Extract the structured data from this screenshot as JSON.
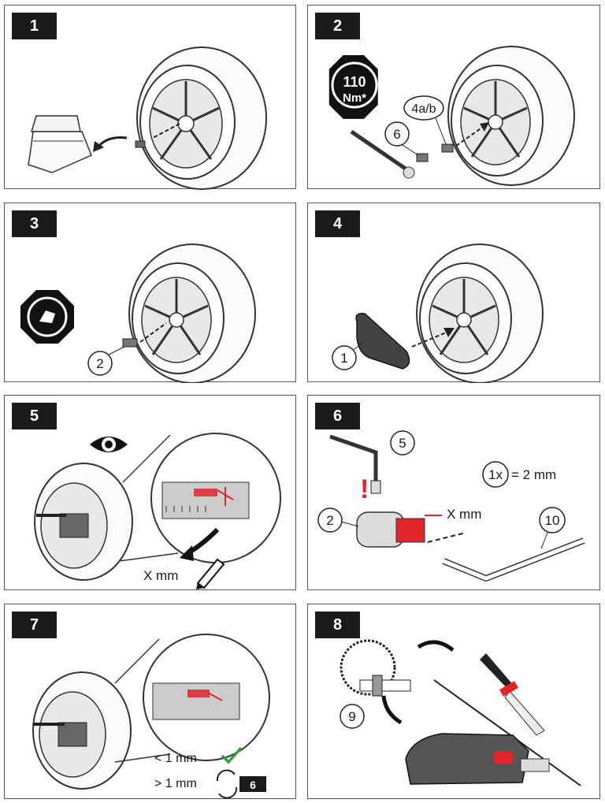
{
  "steps": [
    {
      "number": "1"
    },
    {
      "number": "2",
      "torque_value": "110",
      "torque_unit": "Nm*",
      "callout_a": "6",
      "callout_b": "4a/b"
    },
    {
      "number": "3",
      "callout": "2"
    },
    {
      "number": "4",
      "callout": "1"
    },
    {
      "number": "5",
      "measure_label": "X mm"
    },
    {
      "number": "6",
      "callout_a": "5",
      "callout_b": "2",
      "callout_c": "10",
      "measure_label": "X mm",
      "turn_count": "1x",
      "turn_equals": "= 2 mm",
      "warning": "!"
    },
    {
      "number": "7",
      "lt_label": "< 1 mm",
      "gt_label": "> 1 mm",
      "repeat_step": "6"
    },
    {
      "number": "8",
      "callout": "9"
    }
  ],
  "colors": {
    "accent_red": "#e0262b",
    "check_green": "#2e9e3f",
    "ink": "#1a1a1a"
  }
}
